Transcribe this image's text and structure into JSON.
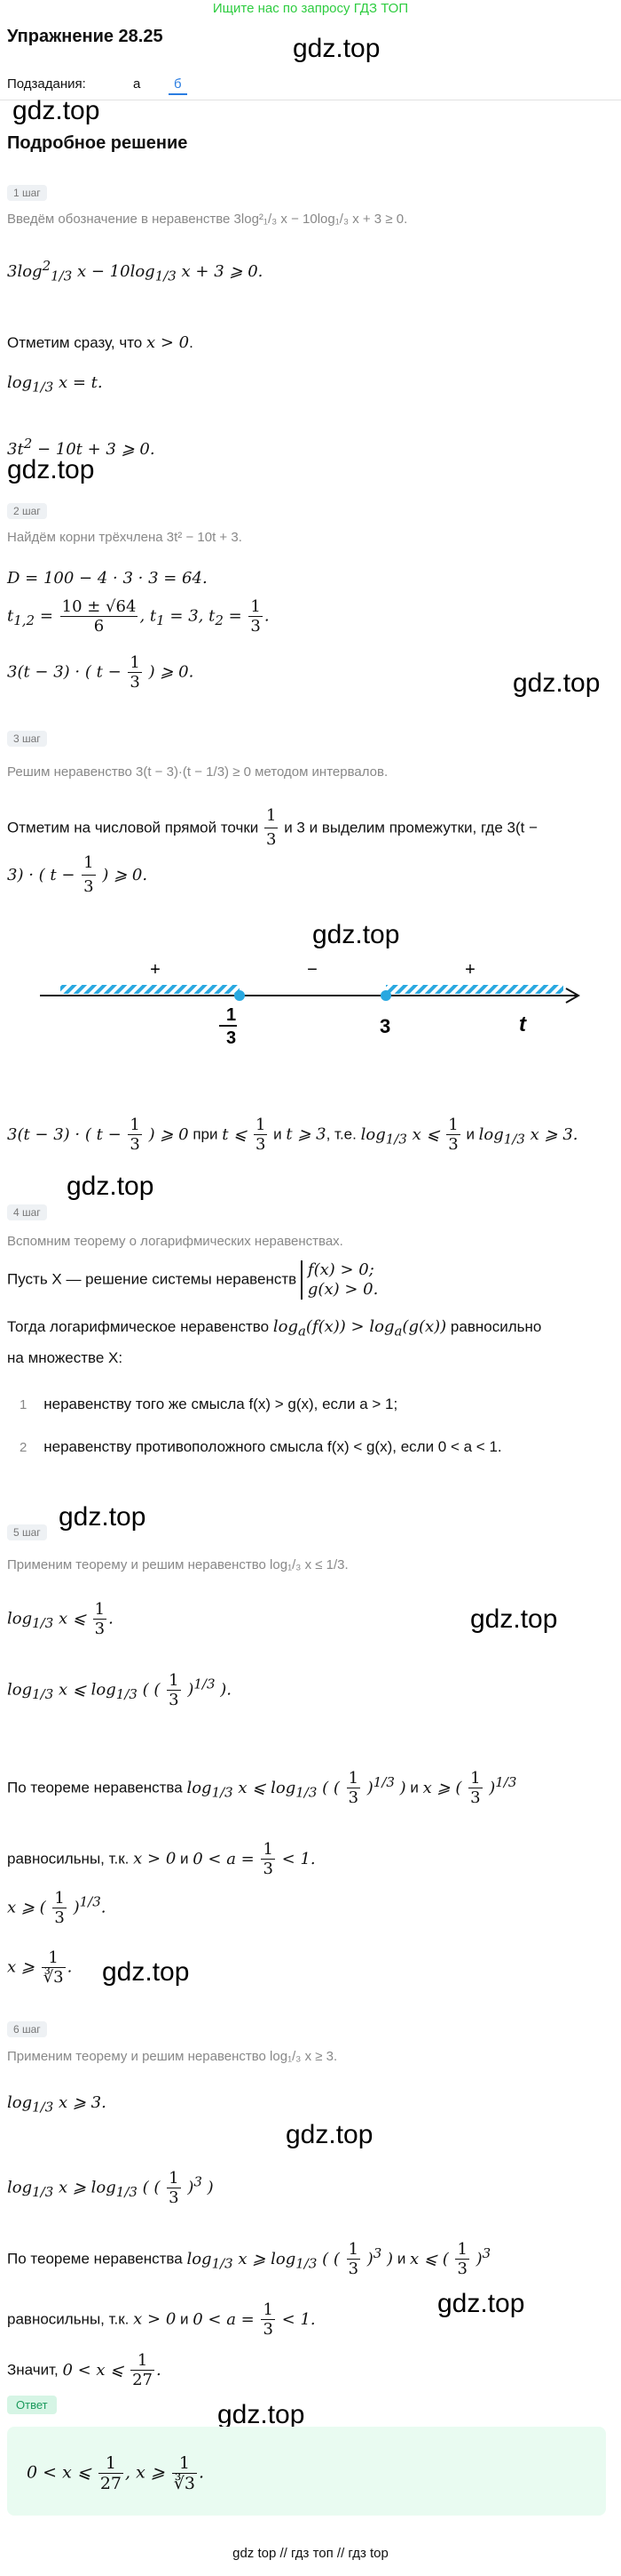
{
  "banner": "Ищите нас по запросу ГДЗ ТОП",
  "title": "Упражнение 28.25",
  "watermark": "gdz.top",
  "subtasks": {
    "label": "Подзадания:",
    "tabs": [
      "а",
      "б"
    ],
    "active": "б"
  },
  "solution_heading": "Подробное решение",
  "steps": [
    {
      "badge": "1 шаг",
      "note": "Введём обозначение в неравенстве 3log²₁/₃ x − 10log₁/₃ x + 3 ≥ 0."
    },
    {
      "badge": "2 шаг",
      "note": "Найдём корни трёхчлена 3t² − 10t + 3."
    },
    {
      "badge": "3 шаг",
      "note": "Решим неравенство 3(t − 3)·(t − 1/3) ≥ 0 методом интервалов."
    },
    {
      "badge": "4 шаг",
      "note": "Вспомним теорему о логарифмических неравенствах."
    },
    {
      "badge": "5 шаг",
      "note": "Применим теорему и решим неравенство log₁/₃ x ≤ 1/3."
    },
    {
      "badge": "6 шаг",
      "note": "Применим теорему и решим неравенство log₁/₃ x ≥ 3."
    }
  ],
  "texts": {
    "s1_note_rest": "Отметим сразу, что",
    "s3_mark": "Отметим на числовой прямой точки",
    "s3_mark2": "и 3 и выделим промежутки, где 3(t −",
    "s3_result": "при",
    "s3_and": "и",
    "s3_te": ", т.е.",
    "s4_let": "Пусть X — решение системы неравенств",
    "s4_then": "Тогда логарифмическое неравенство",
    "s4_equiv": "равносильно",
    "s4_on_set": "на множестве X:",
    "s4_item1": "неравенству того же смысла f(x) > g(x), если a > 1;",
    "s4_item2": "неравенству противоположного смысла f(x) < g(x), если 0 < a < 1.",
    "s5_by_theorem": "По теореме неравенства",
    "s5_and": "и",
    "s5_equiv": "равносильны, т.к.",
    "s6_hence": "Значит,",
    "answer_label": "Ответ"
  },
  "number_line": {
    "signs": [
      "+",
      "−",
      "+"
    ],
    "points": [
      "1/3",
      "3"
    ],
    "variable": "t"
  },
  "footer": "gdz top  //  гдз топ  //  гдз top"
}
